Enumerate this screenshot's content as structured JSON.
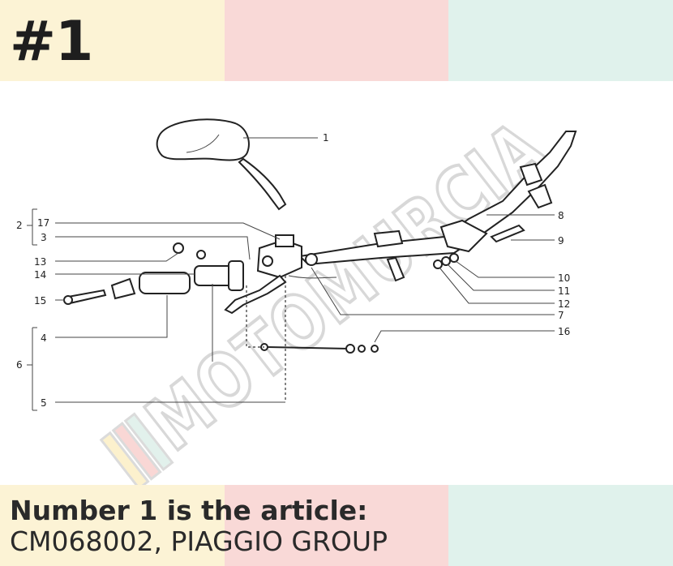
{
  "header": {
    "badge": "#1"
  },
  "footer": {
    "line1": "Number 1 is the article:",
    "line2": "CM068002, PIAGGIO GROUP"
  },
  "watermark": {
    "text": "MOTOMURCIA"
  },
  "colors": {
    "band_yellow": "#fcf3d5",
    "band_pink": "#f9d9d7",
    "band_mint": "#e0f2ec"
  },
  "diagram": {
    "labels": [
      "1",
      "2",
      "17",
      "3",
      "13",
      "14",
      "15",
      "4",
      "6",
      "5",
      "8",
      "9",
      "10",
      "11",
      "12",
      "7",
      "16"
    ]
  }
}
